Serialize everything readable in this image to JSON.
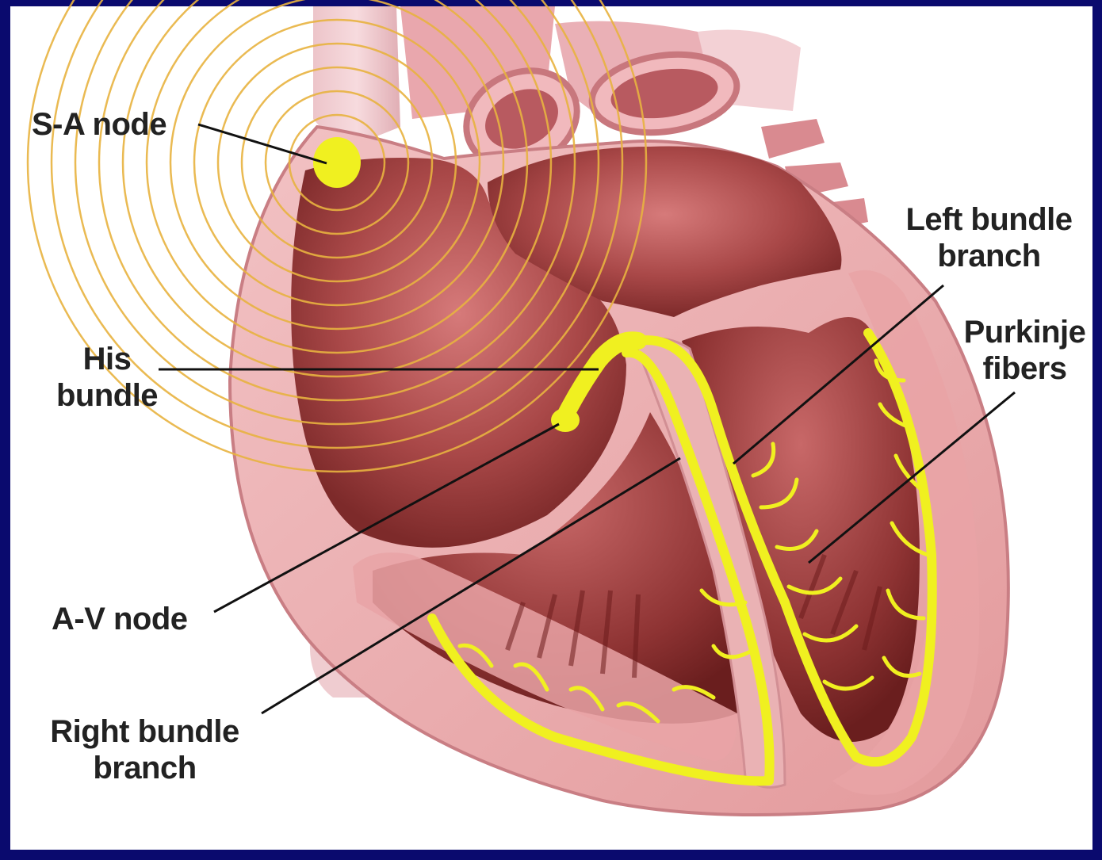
{
  "labels": {
    "sa_node": "S-A node",
    "his_bundle": [
      "His",
      "bundle"
    ],
    "av_node": "A-V node",
    "right_bundle": [
      "Right bundle",
      "branch"
    ],
    "left_bundle": [
      "Left bundle",
      "branch"
    ],
    "purkinje": [
      "Purkinje",
      "fibers"
    ]
  },
  "colors": {
    "background": "#0a0a6e",
    "panel": "#ffffff",
    "conduction": "#f0f020",
    "label_text": "#222222",
    "leader_line": "#111111",
    "heart_wall": "#e8a9a9",
    "chamber": "#a94a4a"
  }
}
